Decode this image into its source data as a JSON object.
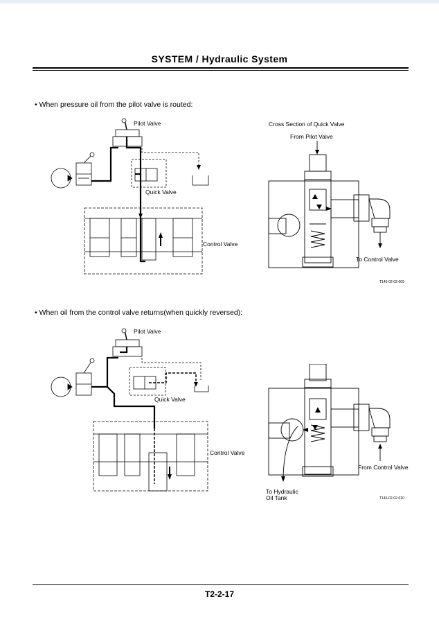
{
  "header": {
    "title": "SYSTEM / Hydraulic System"
  },
  "section1": {
    "bullet": "• When pressure oil from the pilot valve is routed:",
    "labels": {
      "pilot_valve": "Pilot Valve",
      "quick_valve": "Quick Valve",
      "control_valve": "Control Valve",
      "cross_section": "Cross Section of Quick Valve",
      "from_pilot": "From Pilot Valve",
      "to_control": "To Control Valve"
    },
    "figure_id": "T146-02-02-009"
  },
  "section2": {
    "bullet": "• When oil from the control valve returns(when quickly reversed):",
    "labels": {
      "pilot_valve": "Pilot Valve",
      "quick_valve": "Quick Valve",
      "control_valve": "Control Valve",
      "from_control": "From Control Valve",
      "to_tank_line1": "To Hydraulic",
      "to_tank_line2": "Oil Tank"
    },
    "figure_id": "T146-02-02-010"
  },
  "footer": {
    "page_number": "T2-2-17"
  }
}
